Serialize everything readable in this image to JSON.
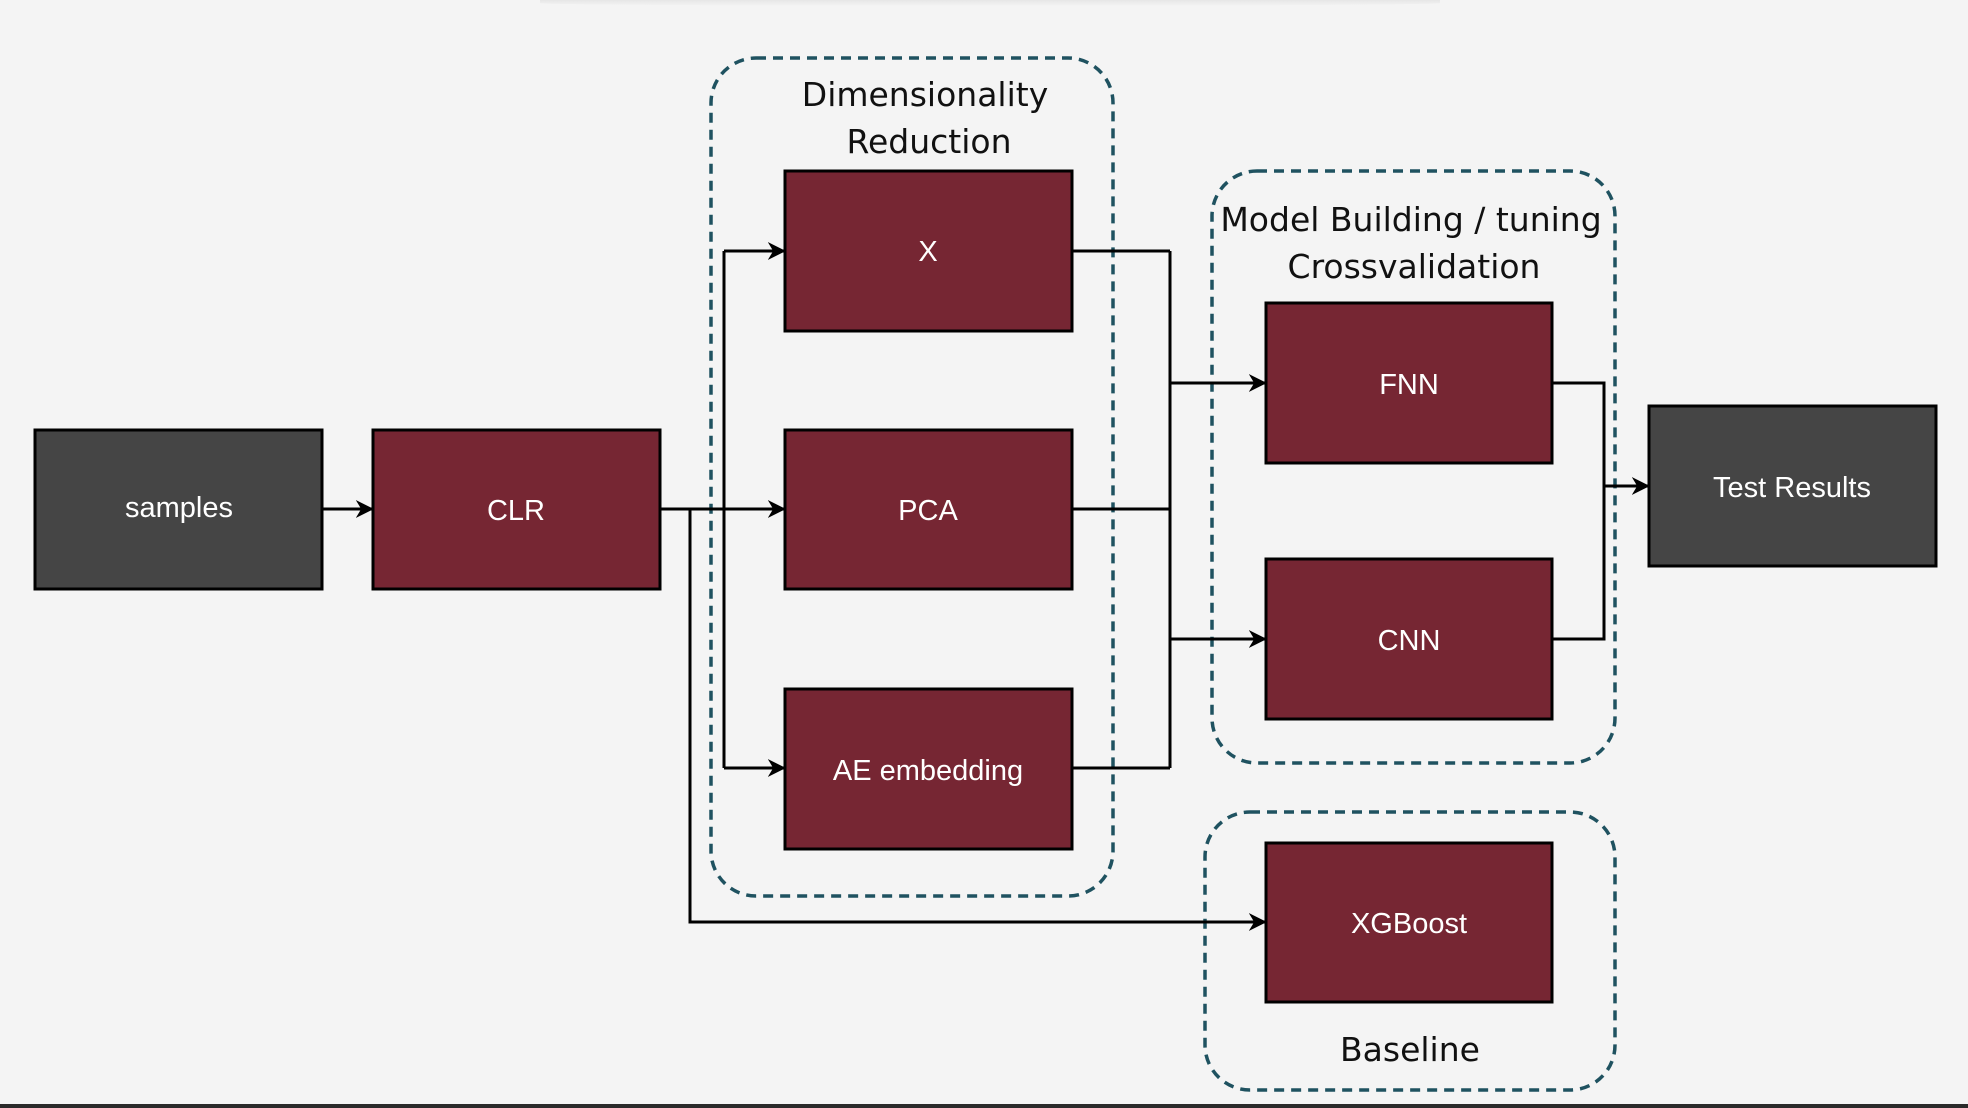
{
  "colors": {
    "background": "#f4f4f4",
    "dark_node": "#454545",
    "model_node": "#762633",
    "group_border": "#1f5260",
    "edge": "#000000"
  },
  "nodes": {
    "samples": "samples",
    "clr": "CLR",
    "x": "X",
    "pca": "PCA",
    "ae": "AE embedding",
    "fnn": "FNN",
    "cnn": "CNN",
    "xgboost": "XGBoost",
    "test_results": "Test Results"
  },
  "groups": {
    "dimensionality_reduction": {
      "line1": "Dimensionality",
      "line2": "Reduction"
    },
    "model_building": {
      "line1": "Model Building / tuning",
      "line2": "Crossvalidation"
    },
    "baseline": {
      "label": "Baseline"
    }
  }
}
